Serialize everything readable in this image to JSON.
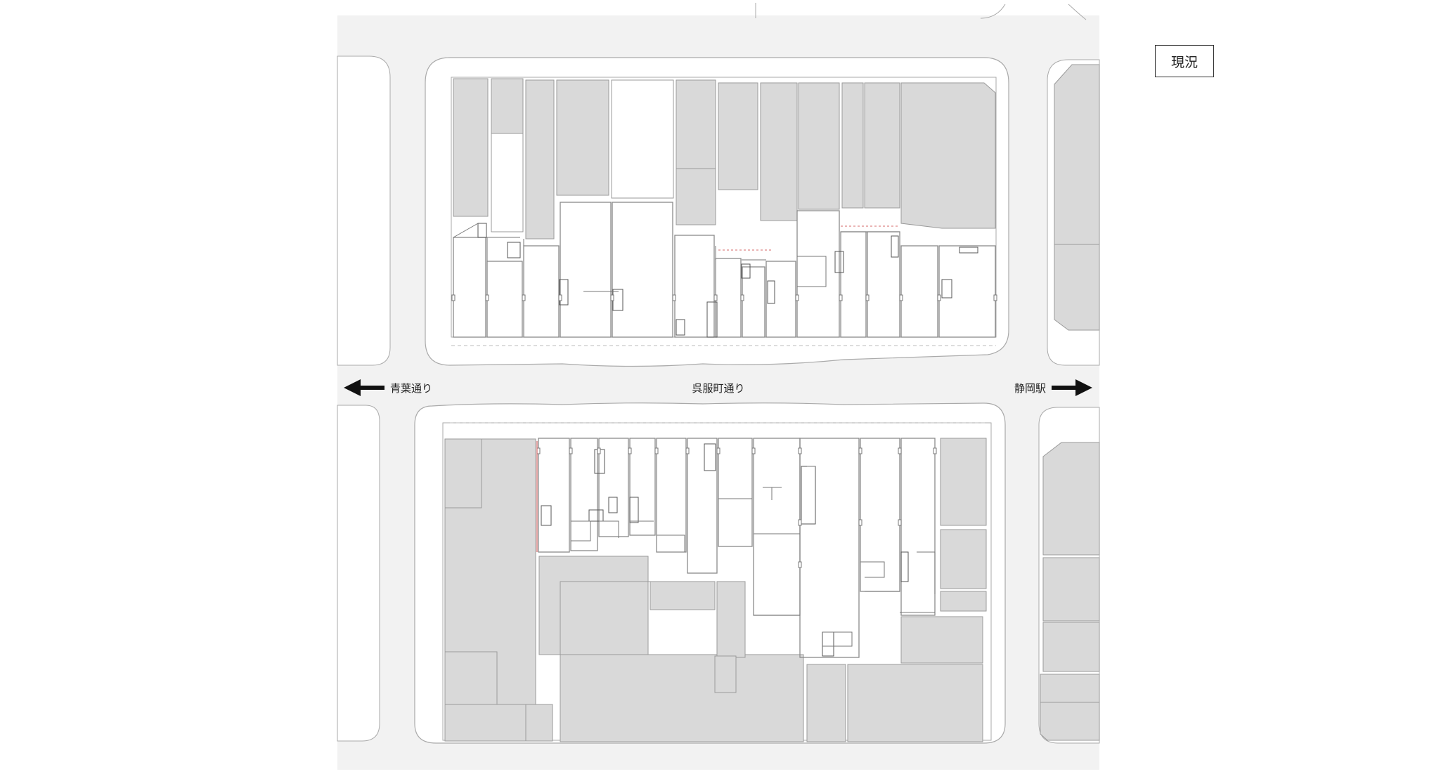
{
  "status_label": "現況",
  "streets": {
    "main": "呉服町通り",
    "west": "青葉通り",
    "east": "静岡駅"
  },
  "colors": {
    "road": "#f2f2f2",
    "sidewalk": "#ffffff",
    "building_fill": "#d9d9d9",
    "plan_line": "#8a8a8a",
    "accent_red": "#d46a6a"
  },
  "icons": {
    "west_arrow": "arrow-left-icon",
    "east_arrow": "arrow-right-icon"
  }
}
